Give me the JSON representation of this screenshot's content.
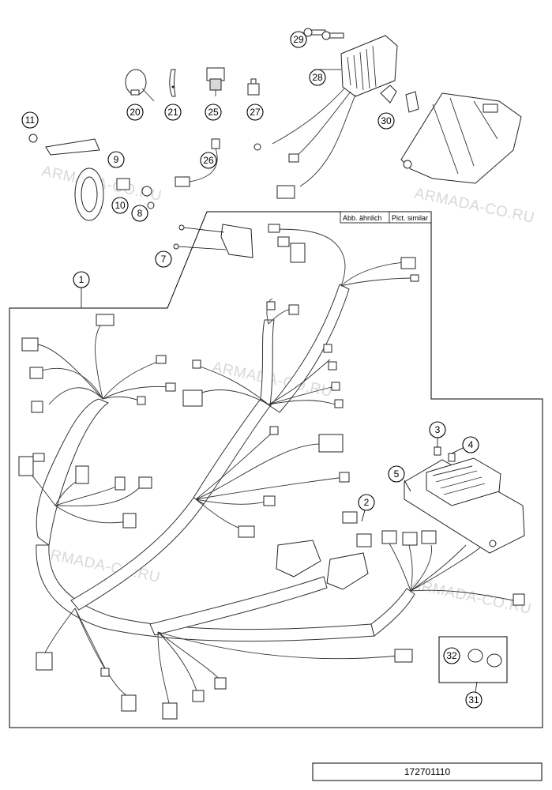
{
  "diagram": {
    "drawing_number": "172701110",
    "note_de": "Abb. ähnlich",
    "note_en": "Pict. similar",
    "watermark": "ARMADA-CO.RU",
    "callouts": [
      {
        "id": "c1",
        "label": "1"
      },
      {
        "id": "c2",
        "label": "2"
      },
      {
        "id": "c3",
        "label": "3"
      },
      {
        "id": "c4",
        "label": "4"
      },
      {
        "id": "c5",
        "label": "5"
      },
      {
        "id": "c7",
        "label": "7"
      },
      {
        "id": "c8",
        "label": "8"
      },
      {
        "id": "c9",
        "label": "9"
      },
      {
        "id": "c10",
        "label": "10"
      },
      {
        "id": "c11",
        "label": "11"
      },
      {
        "id": "c20",
        "label": "20"
      },
      {
        "id": "c21",
        "label": "21"
      },
      {
        "id": "c25",
        "label": "25"
      },
      {
        "id": "c26",
        "label": "26"
      },
      {
        "id": "c27",
        "label": "27"
      },
      {
        "id": "c28",
        "label": "28"
      },
      {
        "id": "c29",
        "label": "29"
      },
      {
        "id": "c30",
        "label": "30"
      },
      {
        "id": "c31",
        "label": "31"
      },
      {
        "id": "c32",
        "label": "32"
      }
    ]
  }
}
